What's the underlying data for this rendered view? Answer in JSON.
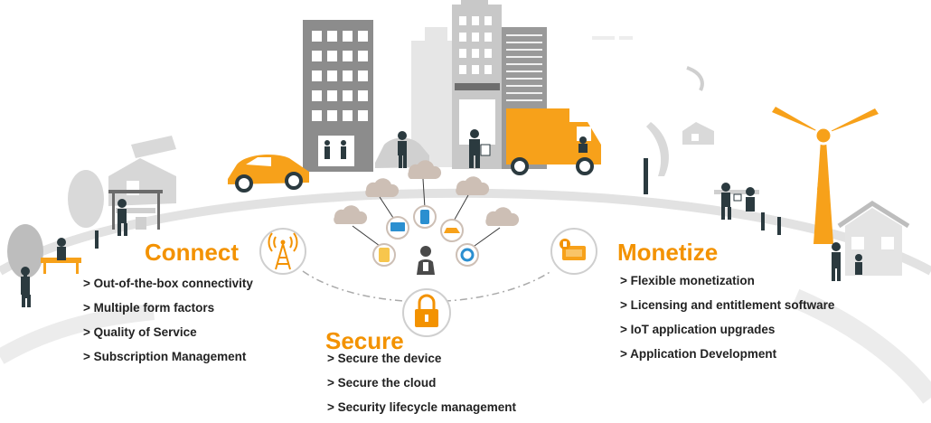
{
  "colors": {
    "accent": "#f39200",
    "building": "#8c8c8c",
    "building_light": "#c8c8c8",
    "dark": "#2b3a3f",
    "cloud": "#cdbfb5",
    "text": "#222222"
  },
  "sections": {
    "connect": {
      "title": "Connect",
      "icon": "cell-tower-icon",
      "items": [
        "> Out-of-the-box connectivity",
        "> Multiple form factors",
        "> Quality of Service",
        "> Subscription Management"
      ]
    },
    "secure": {
      "title": "Secure",
      "icon": "padlock-icon",
      "items": [
        "> Secure the device",
        "> Secure the cloud",
        "> Security lifecycle management"
      ]
    },
    "monetize": {
      "title": "Monetize",
      "icon": "money-icon",
      "items": [
        "> Flexible monetization",
        "> Licensing and entitlement software",
        "> IoT application upgrades",
        "> Application Development"
      ]
    }
  },
  "device_icons": [
    "tablet-icon",
    "smartphone-icon",
    "car-icon",
    "display-icon",
    "smartwatch-icon",
    "user-icon"
  ]
}
